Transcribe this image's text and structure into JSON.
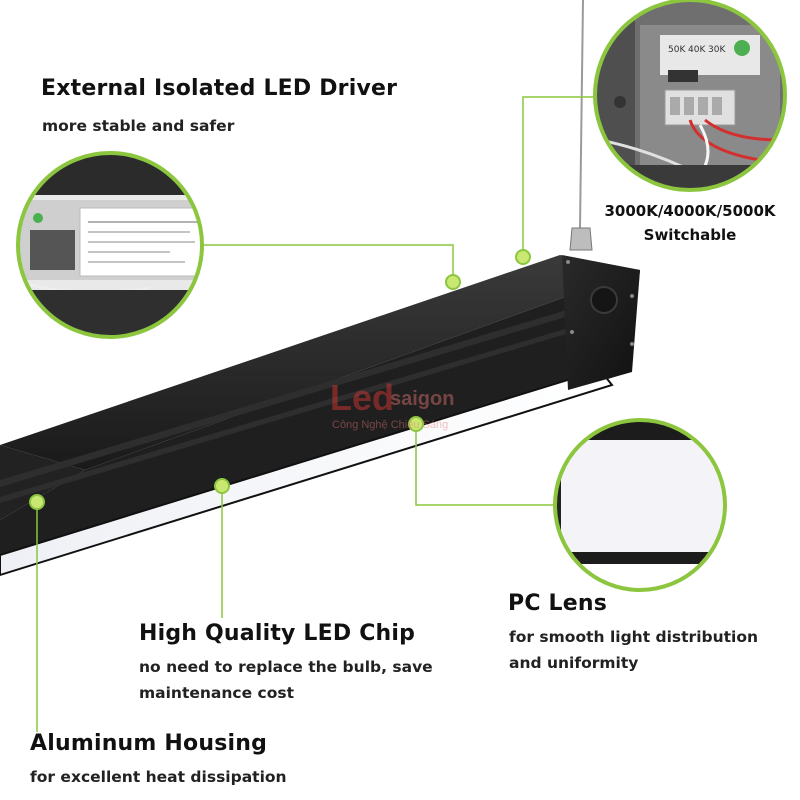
{
  "colors": {
    "accent": "#8cc63f",
    "body": "#1c1c1c",
    "text": "#111111"
  },
  "callouts": {
    "driver": {
      "title": "External Isolated LED Driver",
      "subtitle": "more stable and safer"
    },
    "temperature": {
      "line1": "3000K/4000K/5000K",
      "line2": "Switchable",
      "switch_labels": [
        "50K",
        "40K",
        "30K"
      ]
    },
    "lens": {
      "title": "PC Lens",
      "line1": "for smooth light distribution",
      "line2": "and uniformity"
    },
    "chip": {
      "title": "High Quality LED Chip",
      "line1": "no need to replace the bulb, save",
      "line2": "maintenance cost"
    },
    "housing": {
      "title": "Aluminum Housing",
      "subtitle": "for excellent heat dissipation"
    }
  },
  "watermark": {
    "brand_a": "Led",
    "brand_b": "saigon",
    "tagline": "Công Nghệ Chiếu Sáng"
  }
}
